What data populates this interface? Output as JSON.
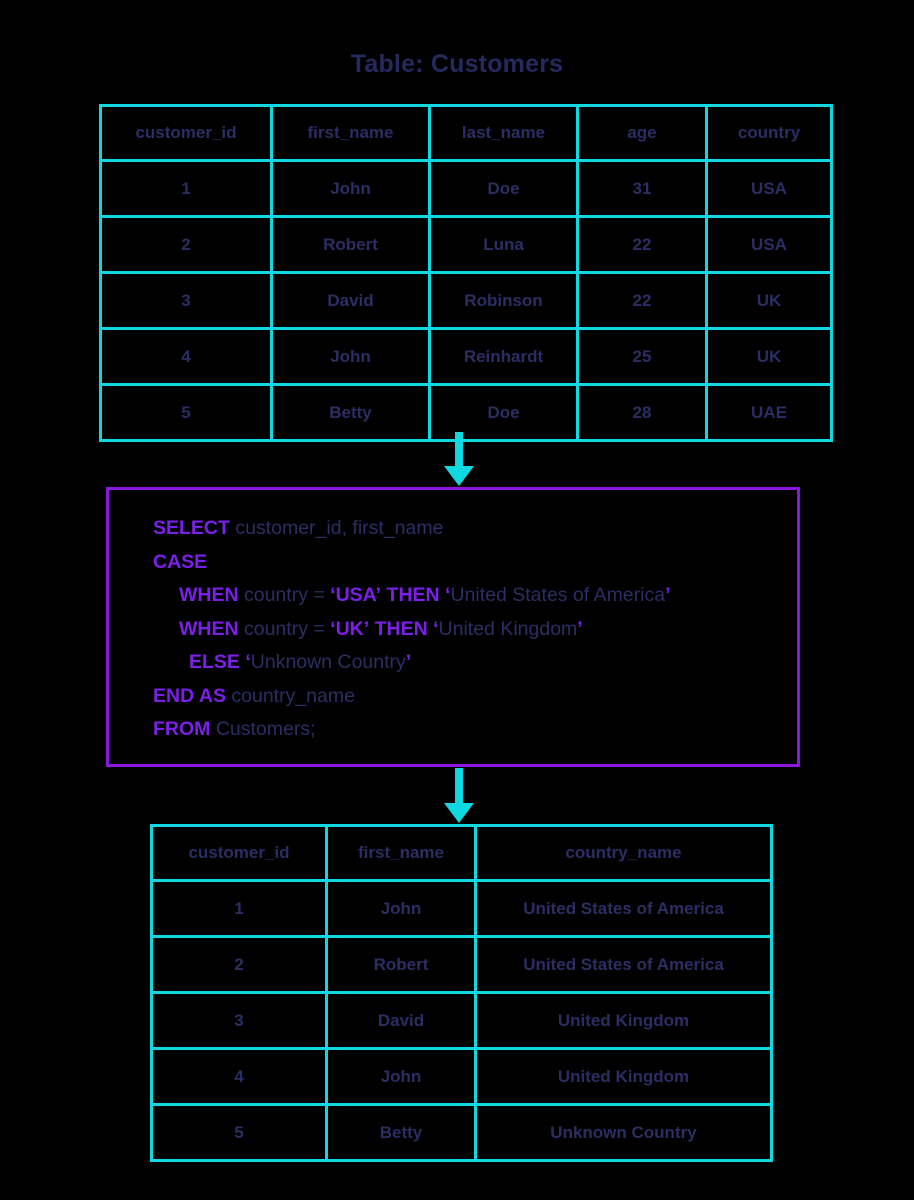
{
  "title": "Table: Customers",
  "colors": {
    "table_border": "#0ed8e0",
    "query_border": "#8b16e0",
    "keyword": "#7c1fe8",
    "text": "#2a2f63",
    "arrow": "#0ed8e0",
    "background": "#000000"
  },
  "source_table": {
    "name": "Customers",
    "columns": [
      "customer_id",
      "first_name",
      "last_name",
      "age",
      "country"
    ],
    "rows": [
      {
        "customer_id": "1",
        "first_name": "John",
        "last_name": "Doe",
        "age": "31",
        "country": "USA"
      },
      {
        "customer_id": "2",
        "first_name": "Robert",
        "last_name": "Luna",
        "age": "22",
        "country": "USA"
      },
      {
        "customer_id": "3",
        "first_name": "David",
        "last_name": "Robinson",
        "age": "22",
        "country": "UK"
      },
      {
        "customer_id": "4",
        "first_name": "John",
        "last_name": "Reinhardt",
        "age": "25",
        "country": "UK"
      },
      {
        "customer_id": "5",
        "first_name": "Betty",
        "last_name": "Doe",
        "age": "28",
        "country": "UAE"
      }
    ]
  },
  "query": {
    "lines": [
      {
        "indent": 0,
        "tokens": [
          {
            "t": "SELECT",
            "k": true
          },
          {
            "t": " customer_id, first_name",
            "k": false
          }
        ]
      },
      {
        "indent": 0,
        "tokens": [
          {
            "t": "CASE",
            "k": true
          }
        ]
      },
      {
        "indent": 1,
        "tokens": [
          {
            "t": "WHEN",
            "k": true
          },
          {
            "t": " country = ",
            "k": false
          },
          {
            "t": "‘USA’",
            "k": true
          },
          {
            "t": " ",
            "k": false
          },
          {
            "t": "THEN",
            "k": true
          },
          {
            "t": " ",
            "k": false
          },
          {
            "t": "‘",
            "k": true
          },
          {
            "t": "United States of America",
            "k": false
          },
          {
            "t": "’",
            "k": true
          }
        ]
      },
      {
        "indent": 1,
        "tokens": [
          {
            "t": "WHEN",
            "k": true
          },
          {
            "t": " country = ",
            "k": false
          },
          {
            "t": "‘UK’",
            "k": true
          },
          {
            "t": " ",
            "k": false
          },
          {
            "t": "THEN",
            "k": true
          },
          {
            "t": " ",
            "k": false
          },
          {
            "t": "‘",
            "k": true
          },
          {
            "t": "United Kingdom",
            "k": false
          },
          {
            "t": "’",
            "k": true
          }
        ]
      },
      {
        "indent": 2,
        "tokens": [
          {
            "t": "ELSE",
            "k": true
          },
          {
            "t": " ",
            "k": false
          },
          {
            "t": "‘",
            "k": true
          },
          {
            "t": "Unknown Country",
            "k": false
          },
          {
            "t": "’",
            "k": true
          }
        ]
      },
      {
        "indent": 0,
        "tokens": [
          {
            "t": "END AS",
            "k": true
          },
          {
            "t": " country_name",
            "k": false
          }
        ]
      },
      {
        "indent": 0,
        "tokens": [
          {
            "t": "FROM",
            "k": true
          },
          {
            "t": " Customers;",
            "k": false
          }
        ]
      }
    ]
  },
  "result_table": {
    "columns": [
      "customer_id",
      "first_name",
      "country_name"
    ],
    "rows": [
      {
        "customer_id": "1",
        "first_name": "John",
        "country_name": "United States of America"
      },
      {
        "customer_id": "2",
        "first_name": "Robert",
        "country_name": "United States of America"
      },
      {
        "customer_id": "3",
        "first_name": "David",
        "country_name": "United Kingdom"
      },
      {
        "customer_id": "4",
        "first_name": "John",
        "country_name": "United Kingdom"
      },
      {
        "customer_id": "5",
        "first_name": "Betty",
        "country_name": "Unknown Country"
      }
    ]
  }
}
